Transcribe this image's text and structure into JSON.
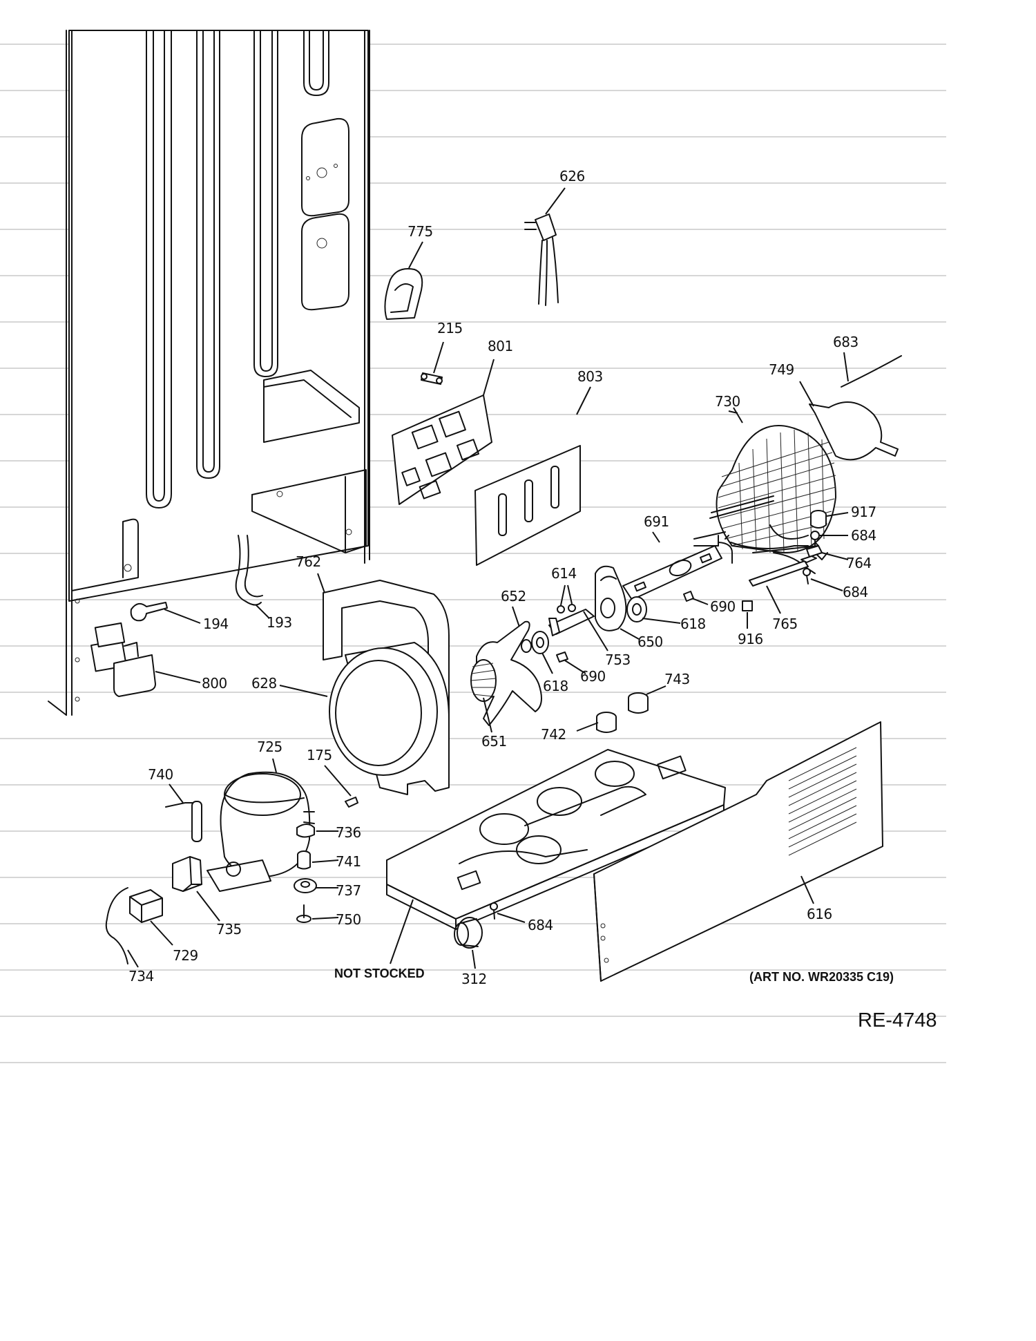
{
  "labels": {
    "p626": "626",
    "p775": "775",
    "p215": "215",
    "p801": "801",
    "p803": "803",
    "p683": "683",
    "p749": "749",
    "p730": "730",
    "p917": "917",
    "p684a": "684",
    "p691": "691",
    "p764": "764",
    "p684b": "684",
    "p614": "614",
    "p762": "762",
    "p652": "652",
    "p690a": "690",
    "p618a": "618",
    "p650": "650",
    "p765": "765",
    "p916": "916",
    "p194": "194",
    "p193": "193",
    "p753": "753",
    "p800": "800",
    "p618b": "618",
    "p690b": "690",
    "p743": "743",
    "p628": "628",
    "p742": "742",
    "p725": "725",
    "p651": "651",
    "p740": "740",
    "p175": "175",
    "p736": "736",
    "p741": "741",
    "p737": "737",
    "p750": "750",
    "p684c": "684",
    "p616": "616",
    "p735": "735",
    "p729": "729",
    "p734": "734",
    "p312": "312"
  },
  "notes": {
    "not_stocked": "NOT STOCKED",
    "art_no": "(ART NO. WR20335 C19)",
    "ref_code": "RE-4748"
  }
}
